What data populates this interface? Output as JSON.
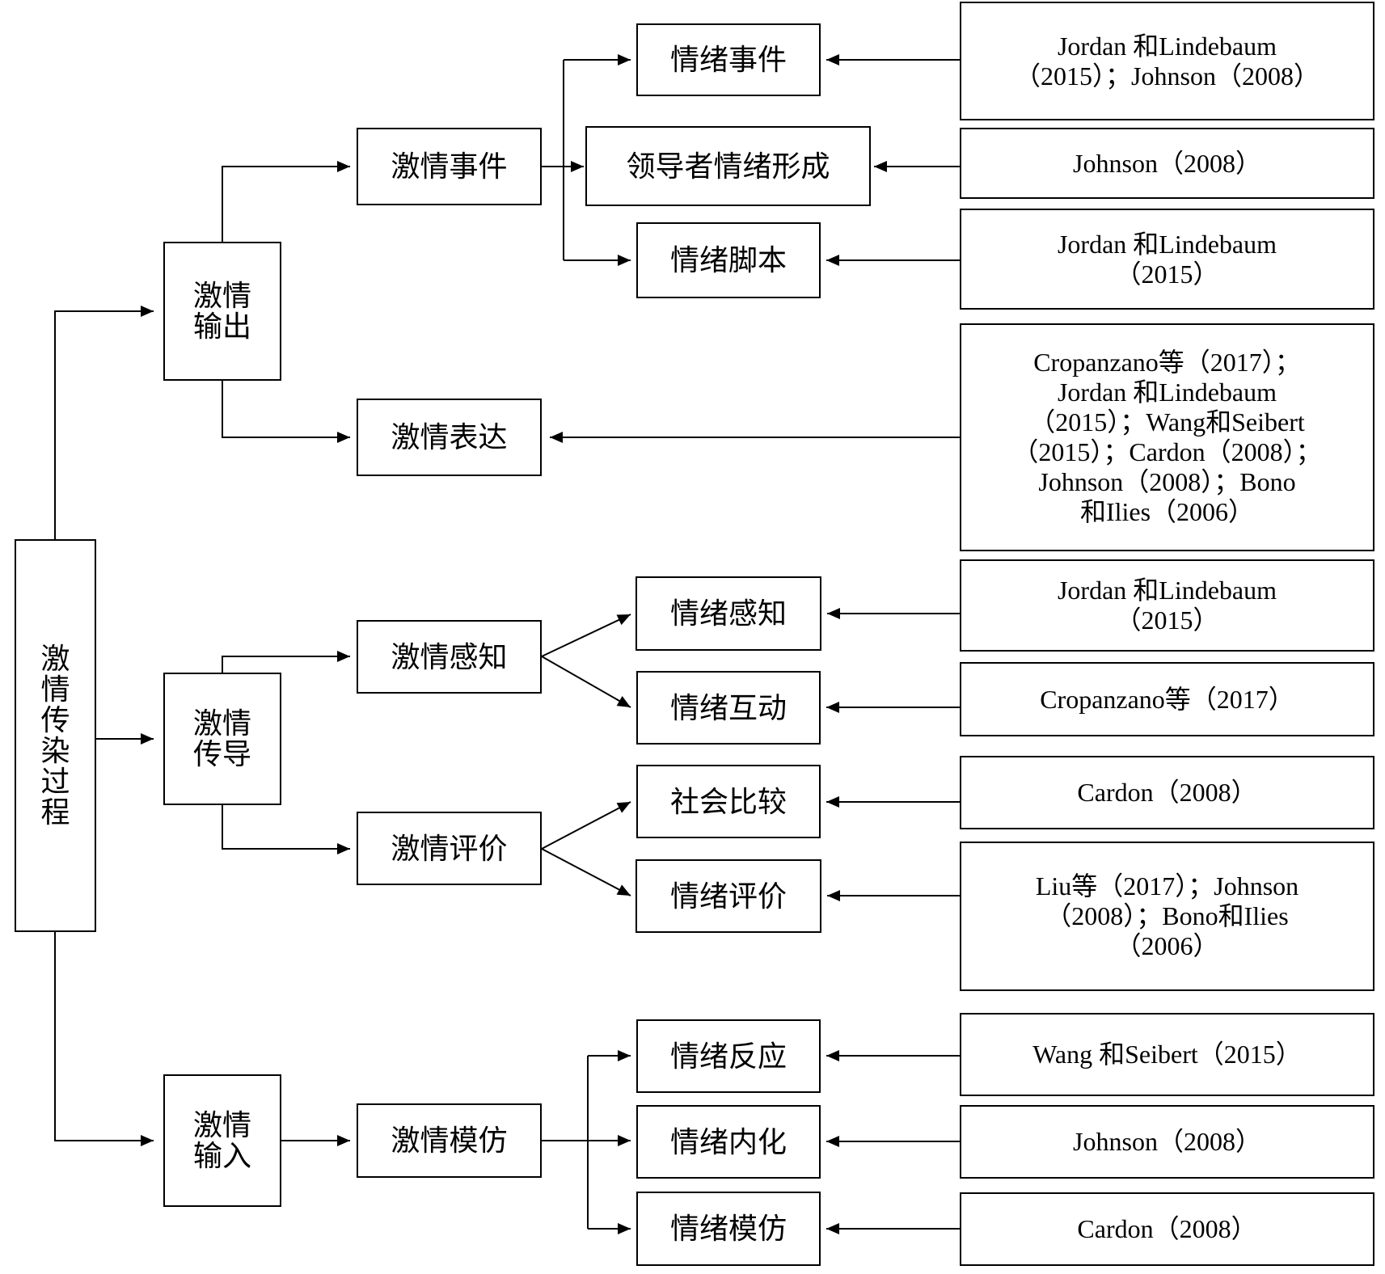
{
  "root": {
    "label": "激情传染过程"
  },
  "stages": {
    "output": {
      "line1": "激情",
      "line2": "输出"
    },
    "conduction": {
      "line1": "激情",
      "line2": "传导"
    },
    "input": {
      "line1": "激情",
      "line2": "输入"
    }
  },
  "processes": {
    "event": "激情事件",
    "expression": "激情表达",
    "perception": "激情感知",
    "evaluation": "激情评价",
    "imitation": "激情模仿"
  },
  "emotions": {
    "event": "情绪事件",
    "leader_formation": "领导者情绪形成",
    "script": "情绪脚本",
    "perception": "情绪感知",
    "interaction": "情绪互动",
    "social_comparison": "社会比较",
    "evaluation": "情绪评价",
    "reaction": "情绪反应",
    "internalization": "情绪内化",
    "imitation": "情绪模仿"
  },
  "references": {
    "emotion_event": [
      "Jordan 和Lindebaum",
      "（2015）；Johnson（2008）"
    ],
    "leader_formation": [
      "Johnson（2008）"
    ],
    "emotion_script": [
      "Jordan 和Lindebaum",
      "（2015）"
    ],
    "passion_expression": [
      "Cropanzano等（2017）；",
      "Jordan 和Lindebaum",
      "（2015）；Wang和Seibert",
      "（2015）；Cardon（2008）；",
      "Johnson（2008）；Bono",
      "和Ilies（2006）"
    ],
    "emotion_perception": [
      "Jordan 和Lindebaum",
      "（2015）"
    ],
    "emotion_interaction": [
      "Cropanzano等（2017）"
    ],
    "social_comparison": [
      "Cardon（2008）"
    ],
    "emotion_evaluation": [
      "Liu等（2017）；Johnson",
      "（2008）；Bono和Ilies",
      "（2006）"
    ],
    "emotion_reaction": [
      "Wang 和Seibert（2015）"
    ],
    "emotion_internalization": [
      "Johnson（2008）"
    ],
    "emotion_imitation": [
      "Cardon（2008）"
    ]
  }
}
